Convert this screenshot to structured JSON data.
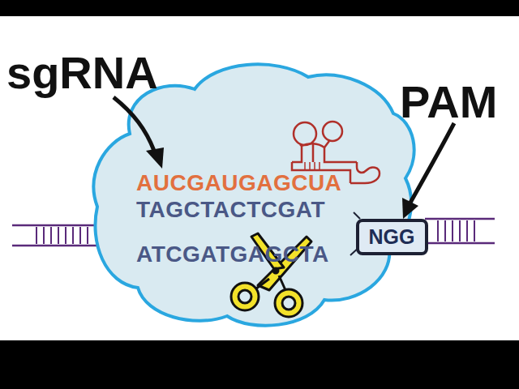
{
  "diagram": {
    "nodes": [
      {
        "text": [
          "AUCGAUGAGCUA",
          "TAGCTACTCGAT",
          "ATCGATGAGCTA"
        ]
      },
      {
        "text": [
          "NGG"
        ],
        "in": 0
      }
    ],
    "labels": [
      "sgRNA",
      "PAM"
    ]
  }
}
